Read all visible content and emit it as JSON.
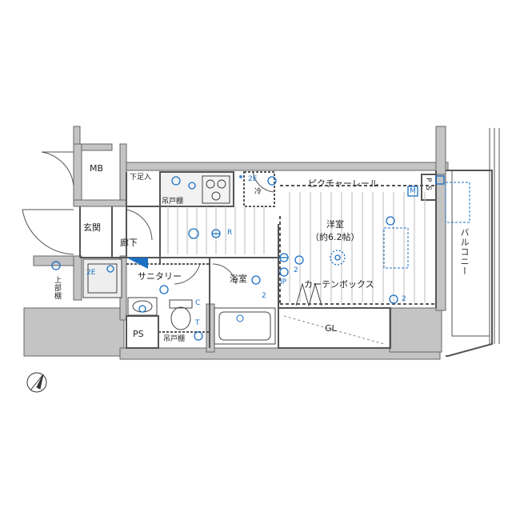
{
  "rooms": {
    "mb": "MB",
    "genkan": "玄関",
    "rouka": "廊下",
    "shitabako": "下足入",
    "tsurito_top": "吊戸棚",
    "sanitary": "サニタリー",
    "ps_bottom": "PS",
    "tsurito_bottom": "吊戸棚",
    "yokushitsu": "浴室",
    "yoshitsu": "洋室",
    "yoshitsu_size": "（約6.2帖）",
    "picture_rail": "ピクチャーレール",
    "curtain_box": "カーテンボックス",
    "gl": "GL",
    "ps_right": "P S",
    "balcony": "バルコニー",
    "jobudana": "上部棚",
    "rei": "冷"
  },
  "symbols": {
    "e2_kitchen": "2E",
    "e2_sanitary": "2E",
    "e2_bath": "2",
    "r": "R",
    "ip": "IP",
    "m": "M",
    "c": "C",
    "t": "T",
    "e2_window": "2",
    "e2_yoshitsu": "2"
  },
  "colors": {
    "wall": "#bfbfbf",
    "line": "#555555",
    "accent": "#1b6fc2"
  },
  "icons": [
    "north-arrow-icon",
    "outlet-icon",
    "light-icon",
    "washing-machine-icon",
    "toilet-icon",
    "bathtub-icon",
    "stove-icon"
  ]
}
